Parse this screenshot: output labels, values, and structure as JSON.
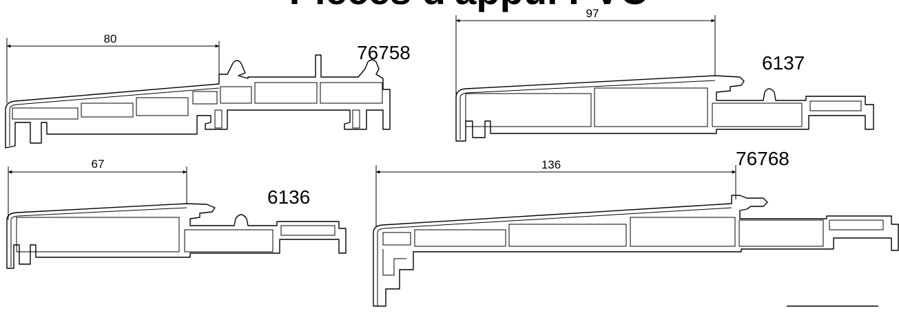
{
  "title": "Pièces d'appui PVC",
  "profiles": [
    {
      "code": "76758",
      "dimension": "80"
    },
    {
      "code": "6137",
      "dimension": "97"
    },
    {
      "code": "6136",
      "dimension": "67"
    },
    {
      "code": "76768",
      "dimension": "136"
    }
  ]
}
